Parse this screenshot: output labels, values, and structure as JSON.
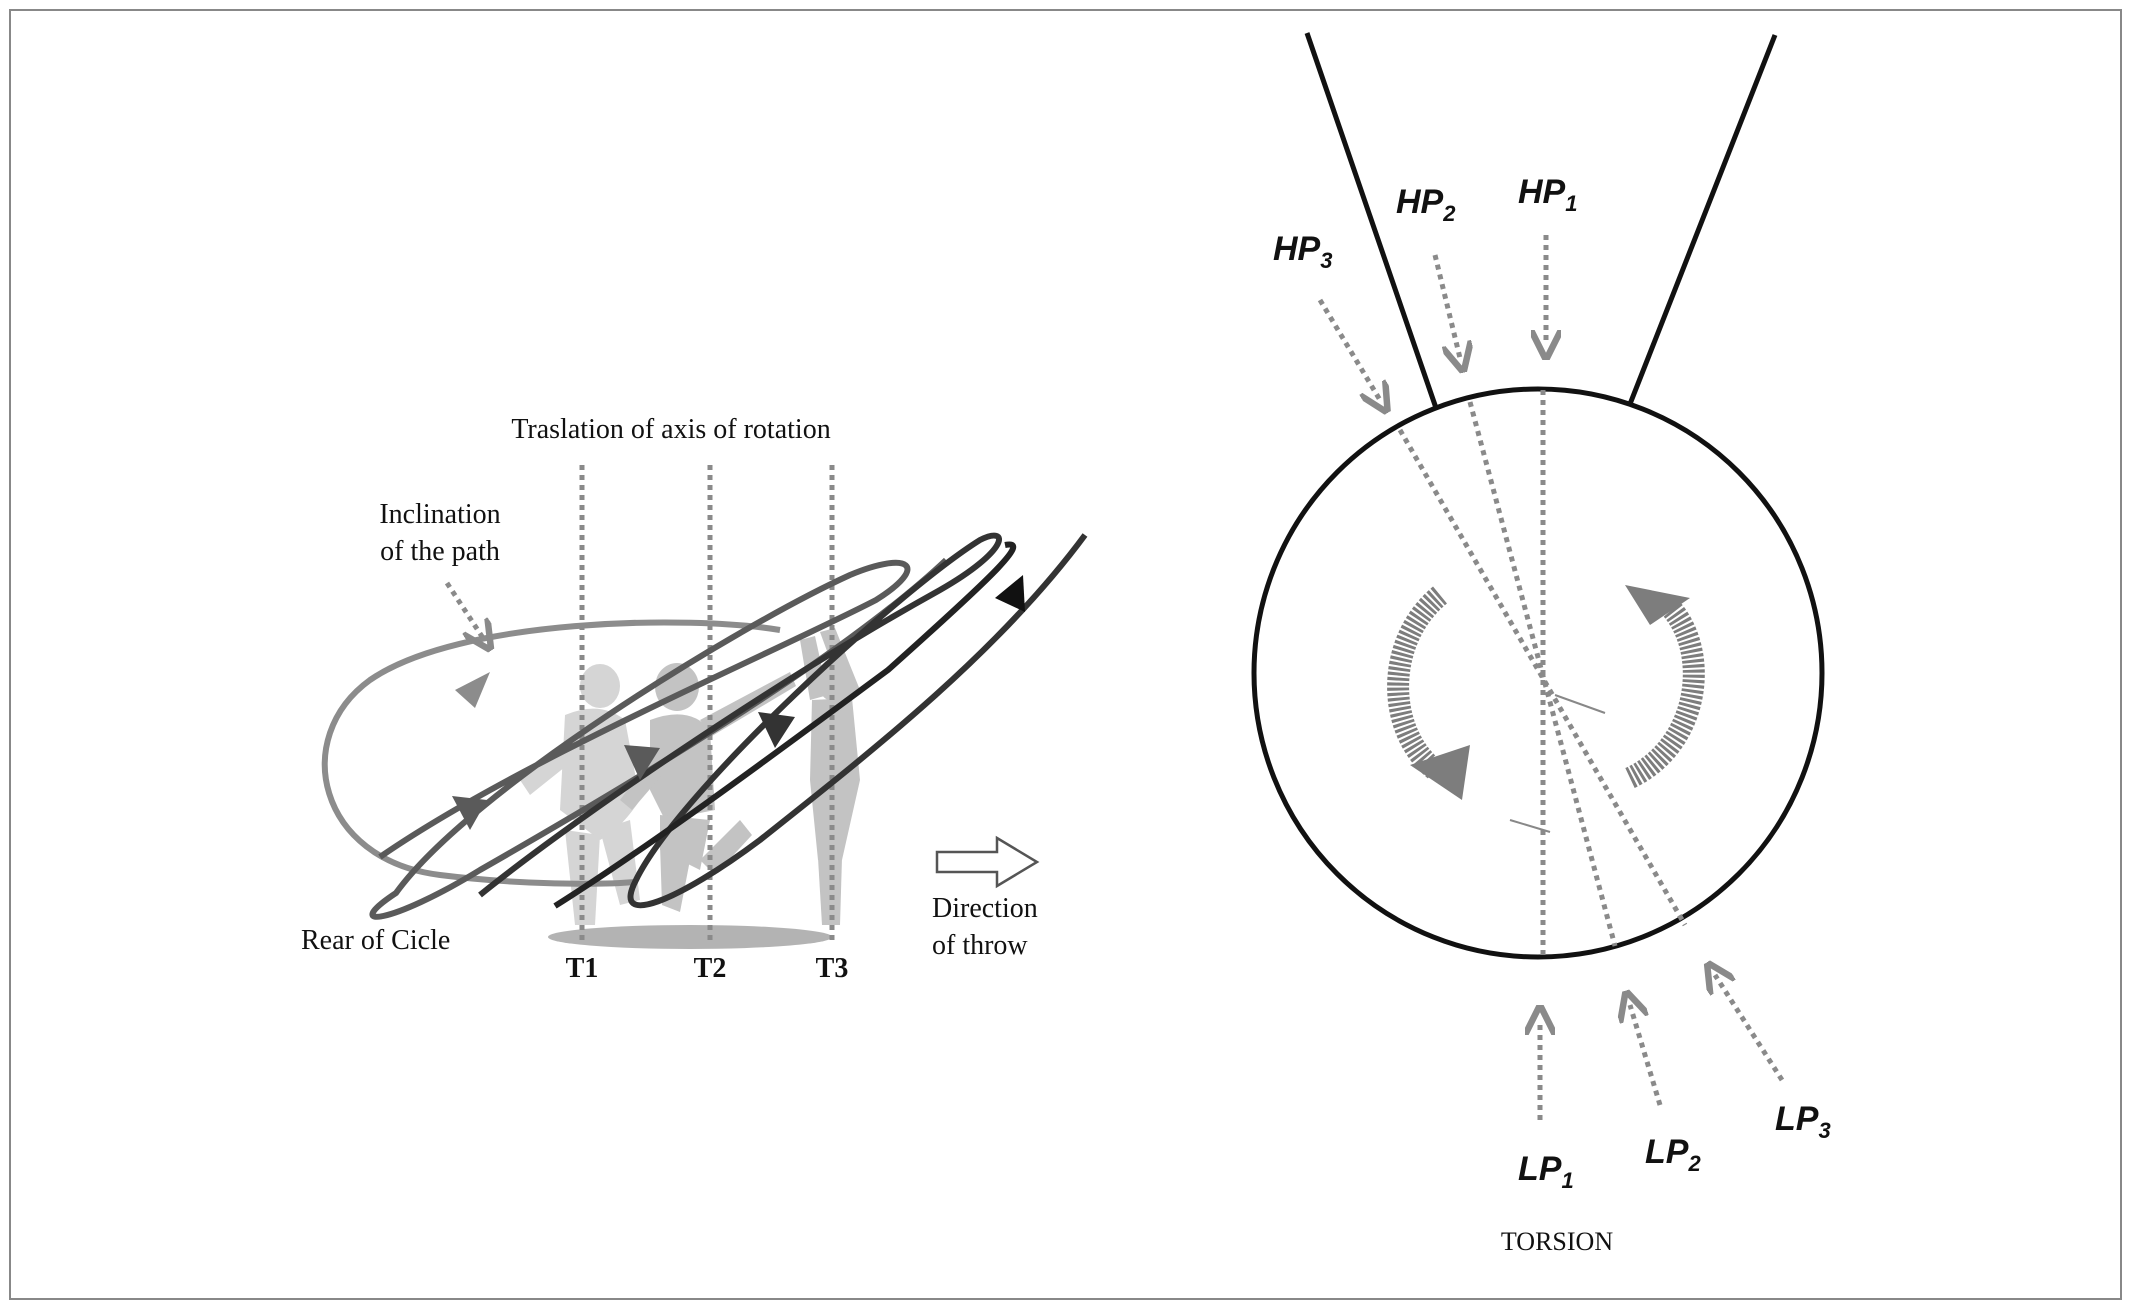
{
  "left_panel": {
    "title": "Traslation of axis of rotation",
    "inclination_label_line1": "Inclination",
    "inclination_label_line2": "of the path",
    "rear_label": "Rear of Cicle",
    "direction_label_line1": "Direction",
    "direction_label_line2": "of throw",
    "axis_labels": [
      "T1",
      "T2",
      "T3"
    ]
  },
  "right_panel": {
    "high_points": [
      {
        "main": "HP",
        "sub": "1"
      },
      {
        "main": "HP",
        "sub": "2"
      },
      {
        "main": "HP",
        "sub": "3"
      }
    ],
    "low_points": [
      {
        "main": "LP",
        "sub": "1"
      },
      {
        "main": "LP",
        "sub": "2"
      },
      {
        "main": "LP",
        "sub": "3"
      }
    ],
    "caption": "TORSION"
  },
  "colors": {
    "line": "#111111",
    "guide": "#8a8a8a",
    "loop_light": "#8c8c8c",
    "loop_mid": "#5a5a5a",
    "loop_dark": "#333333",
    "torsion_arrow": "#7d7d7d",
    "athlete": "#b8b8b8",
    "shadow": "#9a9a9a"
  }
}
